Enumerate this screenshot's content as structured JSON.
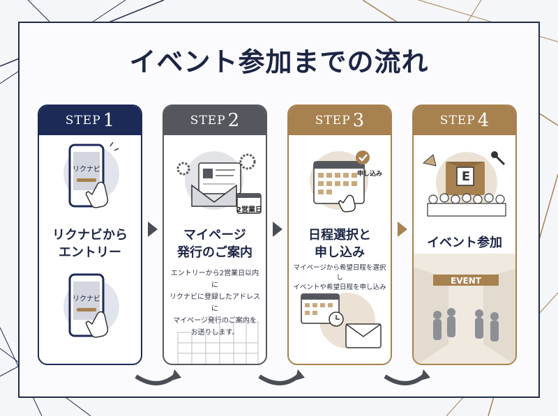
{
  "title": "イベント参加までの流れ",
  "steps": [
    {
      "step_label": "STEP",
      "number": "1",
      "name_lines": [
        "リクナビから",
        "エントリー"
      ],
      "phone_label_top": "リクナビ",
      "phone_label_bottom": "リクナビ"
    },
    {
      "step_label": "STEP",
      "number": "2",
      "name_lines": [
        "マイページ",
        "発行のご案内"
      ],
      "desc_lines": [
        "エントリーから2営業日以内に",
        "リクナビに登録したアドレスに",
        "マイページ発行のご案内を",
        "お送りします。"
      ],
      "calendar_badge": "2営業日"
    },
    {
      "step_label": "STEP",
      "number": "3",
      "name_lines": [
        "日程選択と",
        "申し込み"
      ],
      "desc_lines": [
        "マイページから希望日程を選択し",
        "イベントや希望日程を申し込み"
      ],
      "apply_label": "申し込み"
    },
    {
      "step_label": "STEP",
      "number": "4",
      "name_lines": [
        "イベント参加"
      ],
      "stage_letter": "E",
      "banner_text": "EVENT"
    }
  ],
  "colors": {
    "navy": "#1c2a58",
    "gray": "#55575e",
    "gold": "#a7814f"
  }
}
